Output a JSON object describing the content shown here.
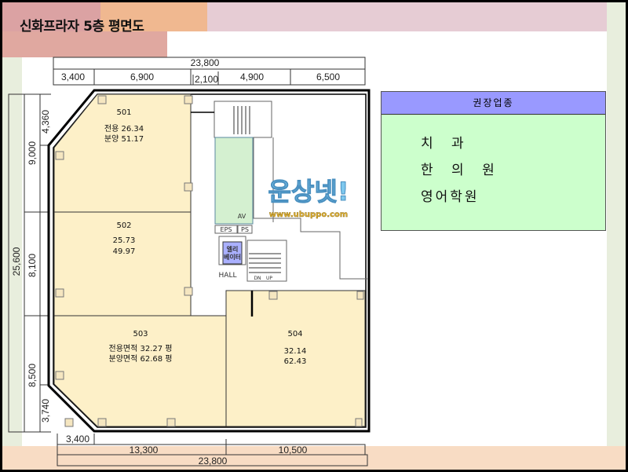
{
  "title": "신화프라자 5층 평면도",
  "dimensions": {
    "top_total": "23,800",
    "top": [
      "3,400",
      "6,900",
      "2,100",
      "4,900",
      "6,500"
    ],
    "left_total": "25,600",
    "left_mid": [
      "9,000",
      "8,100",
      "8,500"
    ],
    "left_inner": [
      "4,360",
      "3,740"
    ],
    "bottom_offset": "3,400",
    "bottom": [
      "13,300",
      "10,500"
    ],
    "bottom_total": "23,800"
  },
  "units": [
    {
      "no": "501",
      "l1": "전용 26.34",
      "l2": "분양 51.17"
    },
    {
      "no": "502",
      "l1": "25.73",
      "l2": "49.97"
    },
    {
      "no": "503",
      "l1": "전용면적 32.27 평",
      "l2": "분양면적 62.68 평"
    },
    {
      "no": "504",
      "l1": "32.14",
      "l2": "62.43"
    }
  ],
  "core": {
    "av": "AV",
    "eps": "EPS",
    "ps": "PS",
    "elevator_1": "엘리",
    "elevator_2": "베이터",
    "hall": "HALL",
    "dn": "DN",
    "up": "UP"
  },
  "watermark": {
    "text": "운상넷!",
    "url": "www.ubuppo.com"
  },
  "recommended": {
    "header": "권장업종",
    "items": [
      "치 과",
      "한 의 원",
      "영어학원"
    ]
  },
  "colors": {
    "unit": "#fdf0c8",
    "restroom": "#d4f0d0",
    "header": "#9999ff",
    "panel": "#ccffcc"
  }
}
